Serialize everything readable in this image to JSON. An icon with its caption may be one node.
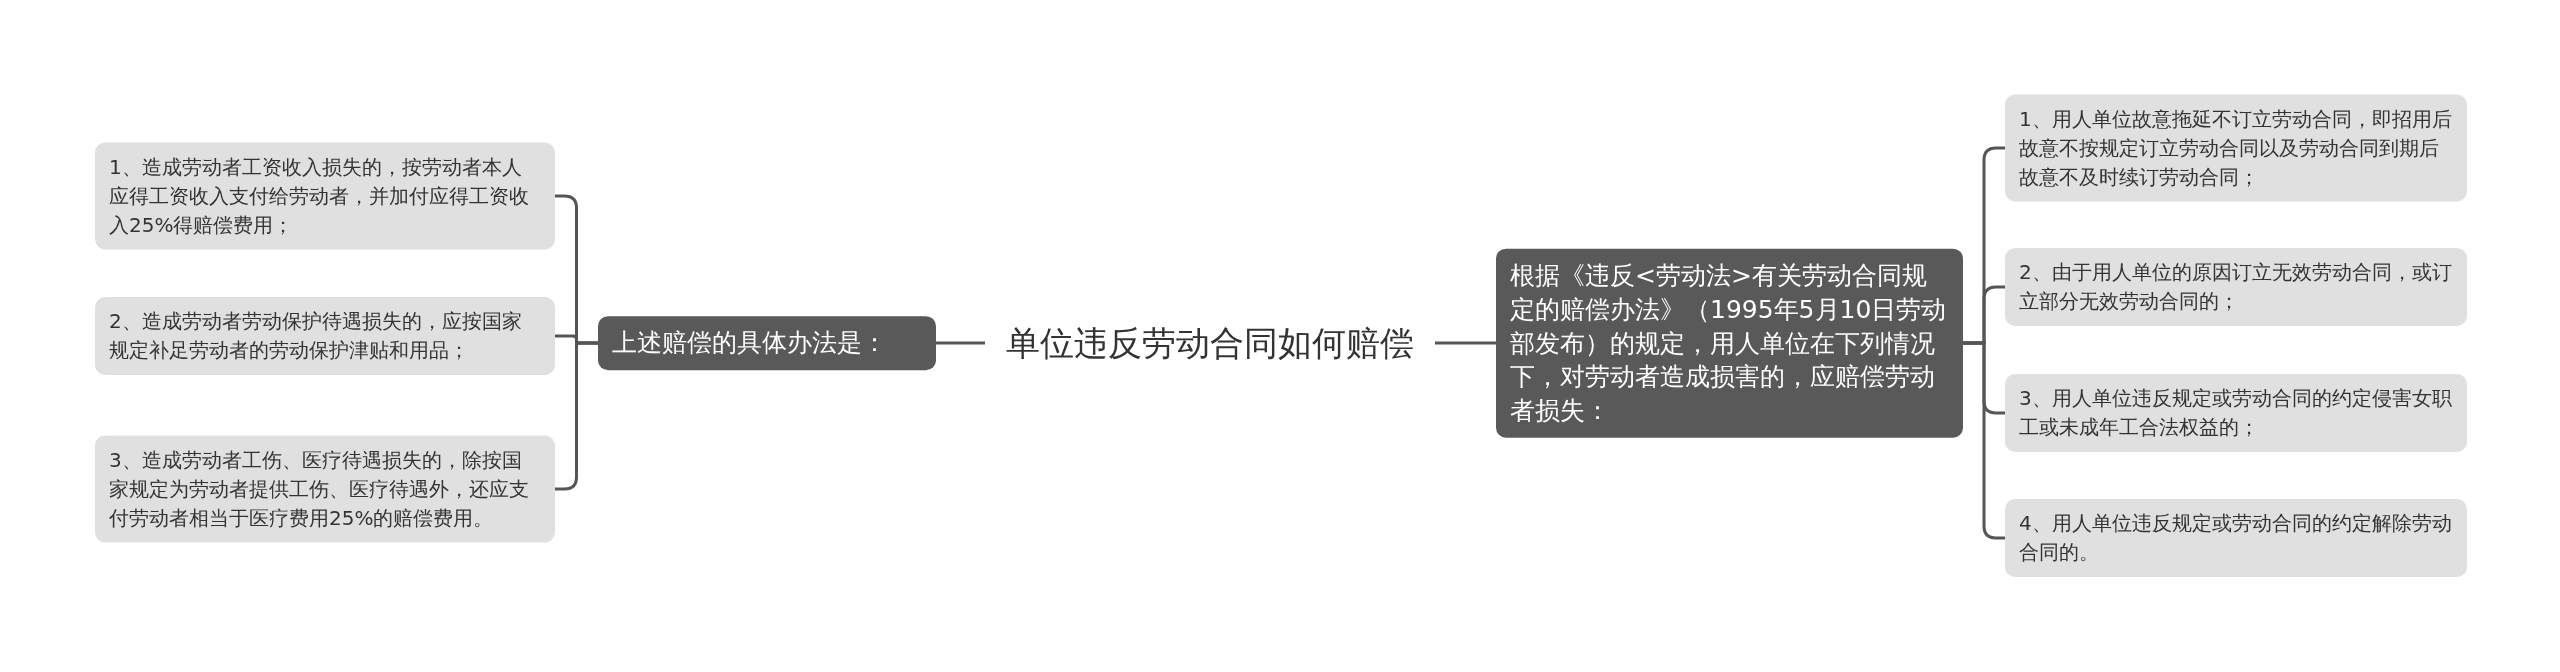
{
  "diagram": {
    "nodes": [
      {
        "text": [
          "单位违反劳动合同如何赔偿"
        ]
      },
      {
        "text": [
          "上述赔偿的具体办法是："
        ]
      },
      {
        "text": [
          "1、造成劳动者工资收入损失的，按劳动者本人应得工资收入支付给劳动者，并加付应得工资收入25%得赔偿费用；"
        ]
      },
      {
        "text": [
          "2、造成劳动者劳动保护待遇损失的，应按国家规定补足劳动者的劳动保护津贴和用品；"
        ]
      },
      {
        "text": [
          "3、造成劳动者工伤、医疗待遇损失的，除按国家规定为劳动者提供工伤、医疗待遇外，还应支付劳动者相当于医疗费用25%的赔偿费用。"
        ]
      },
      {
        "text": [
          "根据《违反<劳动法>有关劳动合同规定的赔偿办法》（1995年5月10日劳动部发布）的规定，用人单位在下列情况下，对劳动者造成损害的，应赔偿劳动者损失："
        ]
      },
      {
        "text": [
          "1、用人单位故意拖延不订立劳动合同，即招用后故意不按规定订立劳动合同以及劳动合同到期后故意不及时续订劳动合同；"
        ]
      },
      {
        "text": [
          "2、由于用人单位的原因订立无效劳动合同，或订立部分无效劳动合同的；"
        ]
      },
      {
        "text": [
          "3、用人单位违反规定或劳动合同的约定侵害女职工或未成年工合法权益的；"
        ]
      },
      {
        "text": [
          "4、用人单位违反规定或劳动合同的约定解除劳动合同的。"
        ]
      }
    ],
    "edges": [
      {
        "from": 0,
        "to": 1,
        "arrow": "none"
      },
      {
        "from": 1,
        "to": 2,
        "arrow": "none"
      },
      {
        "from": 1,
        "to": 3,
        "arrow": "none"
      },
      {
        "from": 1,
        "to": 4,
        "arrow": "none"
      },
      {
        "from": 0,
        "to": 5,
        "arrow": "none"
      },
      {
        "from": 5,
        "to": 6,
        "arrow": "none"
      },
      {
        "from": 5,
        "to": 7,
        "arrow": "none"
      },
      {
        "from": 5,
        "to": 8,
        "arrow": "none"
      },
      {
        "from": 5,
        "to": 9,
        "arrow": "none"
      }
    ]
  }
}
